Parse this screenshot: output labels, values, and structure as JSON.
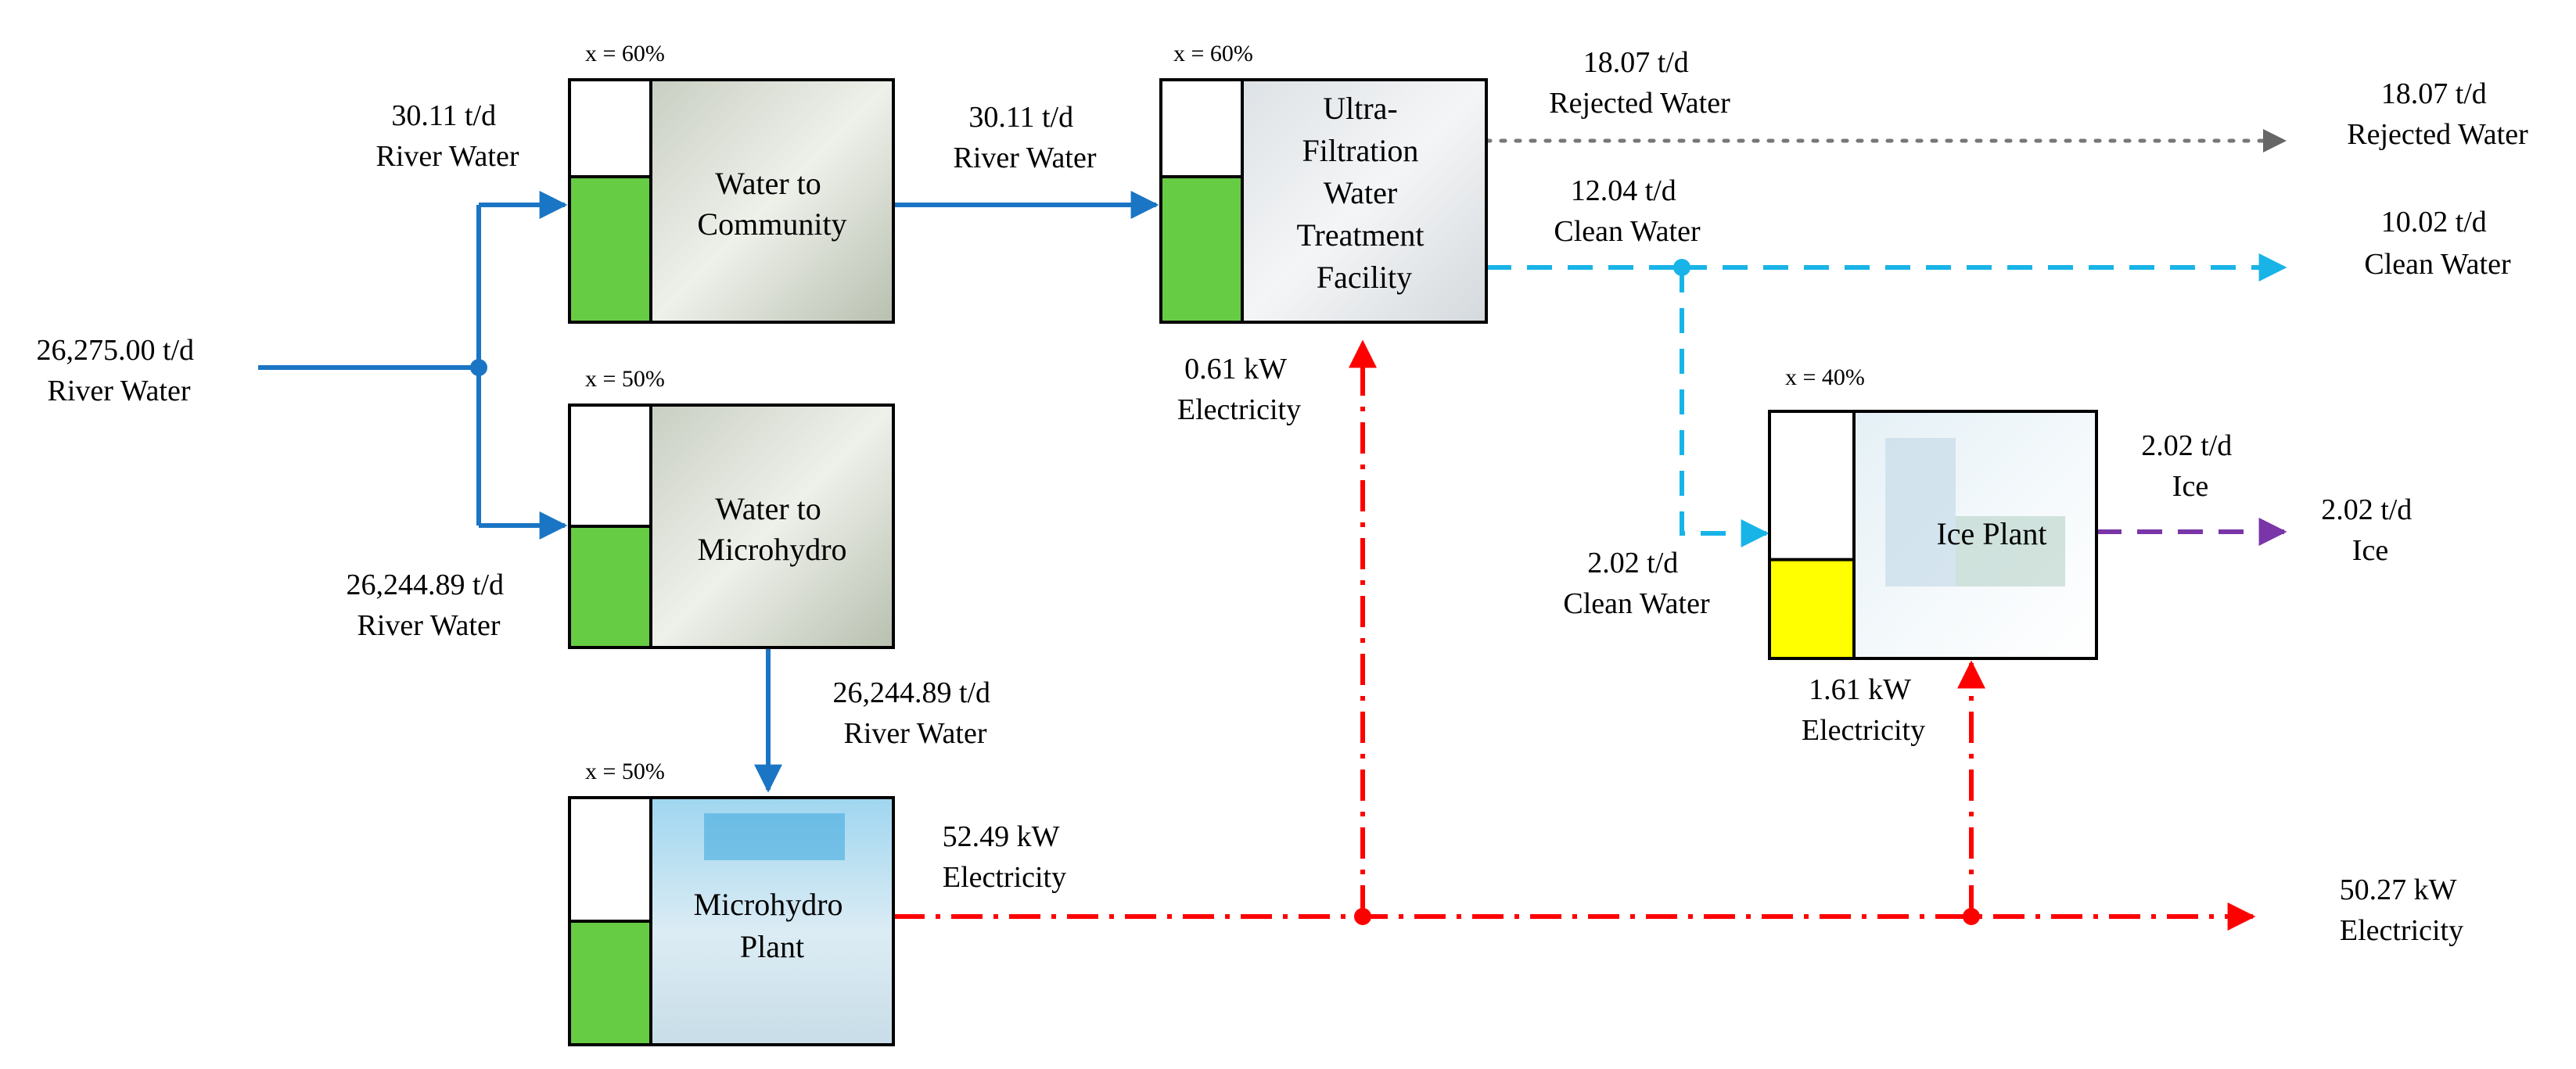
{
  "processes": {
    "community": {
      "x_label": "x = 60%",
      "name": [
        "Water to",
        "Community"
      ],
      "fill_fraction": 0.6,
      "fill_color": "#66cc44"
    },
    "microhydro_split": {
      "x_label": "x = 50%",
      "name": [
        "Water to",
        "Microhydro"
      ],
      "fill_fraction": 0.5,
      "fill_color": "#66cc44"
    },
    "microhydro_plant": {
      "x_label": "x = 50%",
      "name": [
        "Microhydro",
        "Plant"
      ],
      "fill_fraction": 0.5,
      "fill_color": "#66cc44"
    },
    "uf": {
      "x_label": "x = 60%",
      "name": [
        "Ultra-",
        "Filtration",
        "Water",
        "Treatment",
        "Facility"
      ],
      "fill_fraction": 0.6,
      "fill_color": "#66cc44"
    },
    "ice": {
      "x_label": "x = 40%",
      "name": [
        "Ice Plant"
      ],
      "fill_fraction": 0.4,
      "fill_color": "#ffff00"
    }
  },
  "streams": {
    "input_river": [
      "26,275.00 t/d",
      "River Water"
    ],
    "to_community": [
      "30.11 t/d",
      "River Water"
    ],
    "to_microhydro": [
      "26,244.89 t/d",
      "River Water"
    ],
    "community_to_uf": [
      "30.11 t/d",
      "River Water"
    ],
    "microhydro_to_plant": [
      "26,244.89 t/d",
      "River Water"
    ],
    "plant_electricity": [
      "52.49 kW",
      "Electricity"
    ],
    "uf_rejected": [
      "18.07 t/d",
      "Rejected Water"
    ],
    "uf_clean": [
      "12.04 t/d",
      "Clean Water"
    ],
    "out_rejected": [
      "18.07 t/d",
      "Rejected Water"
    ],
    "out_clean": [
      "10.02 t/d",
      "Clean Water"
    ],
    "uf_electricity": [
      "0.61 kW",
      "Electricity"
    ],
    "ice_clean": [
      "2.02 t/d",
      "Clean Water"
    ],
    "ice_electricity": [
      "1.61 kW",
      "Electricity"
    ],
    "ice_product": [
      "2.02 t/d",
      "Ice"
    ],
    "out_ice": [
      "2.02 t/d",
      "Ice"
    ],
    "out_electricity": [
      "50.27 kW",
      "Electricity"
    ]
  },
  "colors": {
    "river": "#1a75c4",
    "clean": "#18b4e8",
    "electricity": "#ff0000",
    "rejected": "#777777",
    "ice": "#7a35a8"
  }
}
